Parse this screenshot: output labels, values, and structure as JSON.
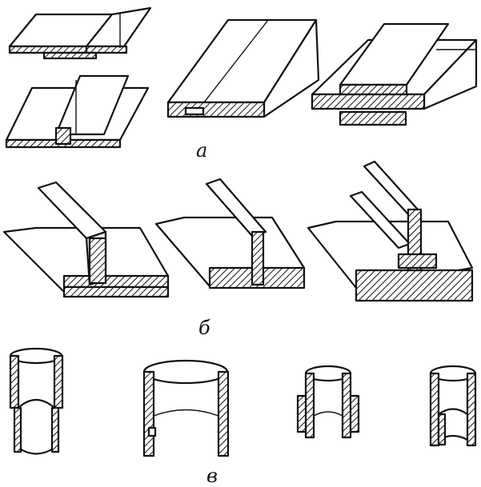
{
  "labels": {
    "row_a": "а",
    "row_b": "б",
    "row_c": "в"
  }
}
